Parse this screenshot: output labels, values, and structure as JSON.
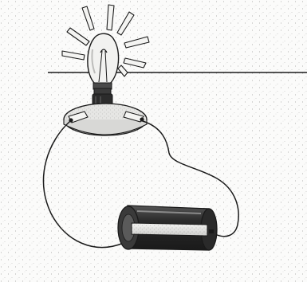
{
  "illustration": {
    "components": [
      "light-bulb",
      "bulb-socket",
      "connecting-wire",
      "battery"
    ],
    "bulb_state": "lit",
    "background_style": "stippled",
    "colors": {
      "ink": "#1a1a1a",
      "paper": "#fbfbfa",
      "bulb_glass": "#f2f2f0",
      "socket_dark": "#3a3a3a",
      "battery_body": "#2b2b2b",
      "battery_band": "#e8e8e6",
      "plate": "#e6e6e4"
    }
  }
}
